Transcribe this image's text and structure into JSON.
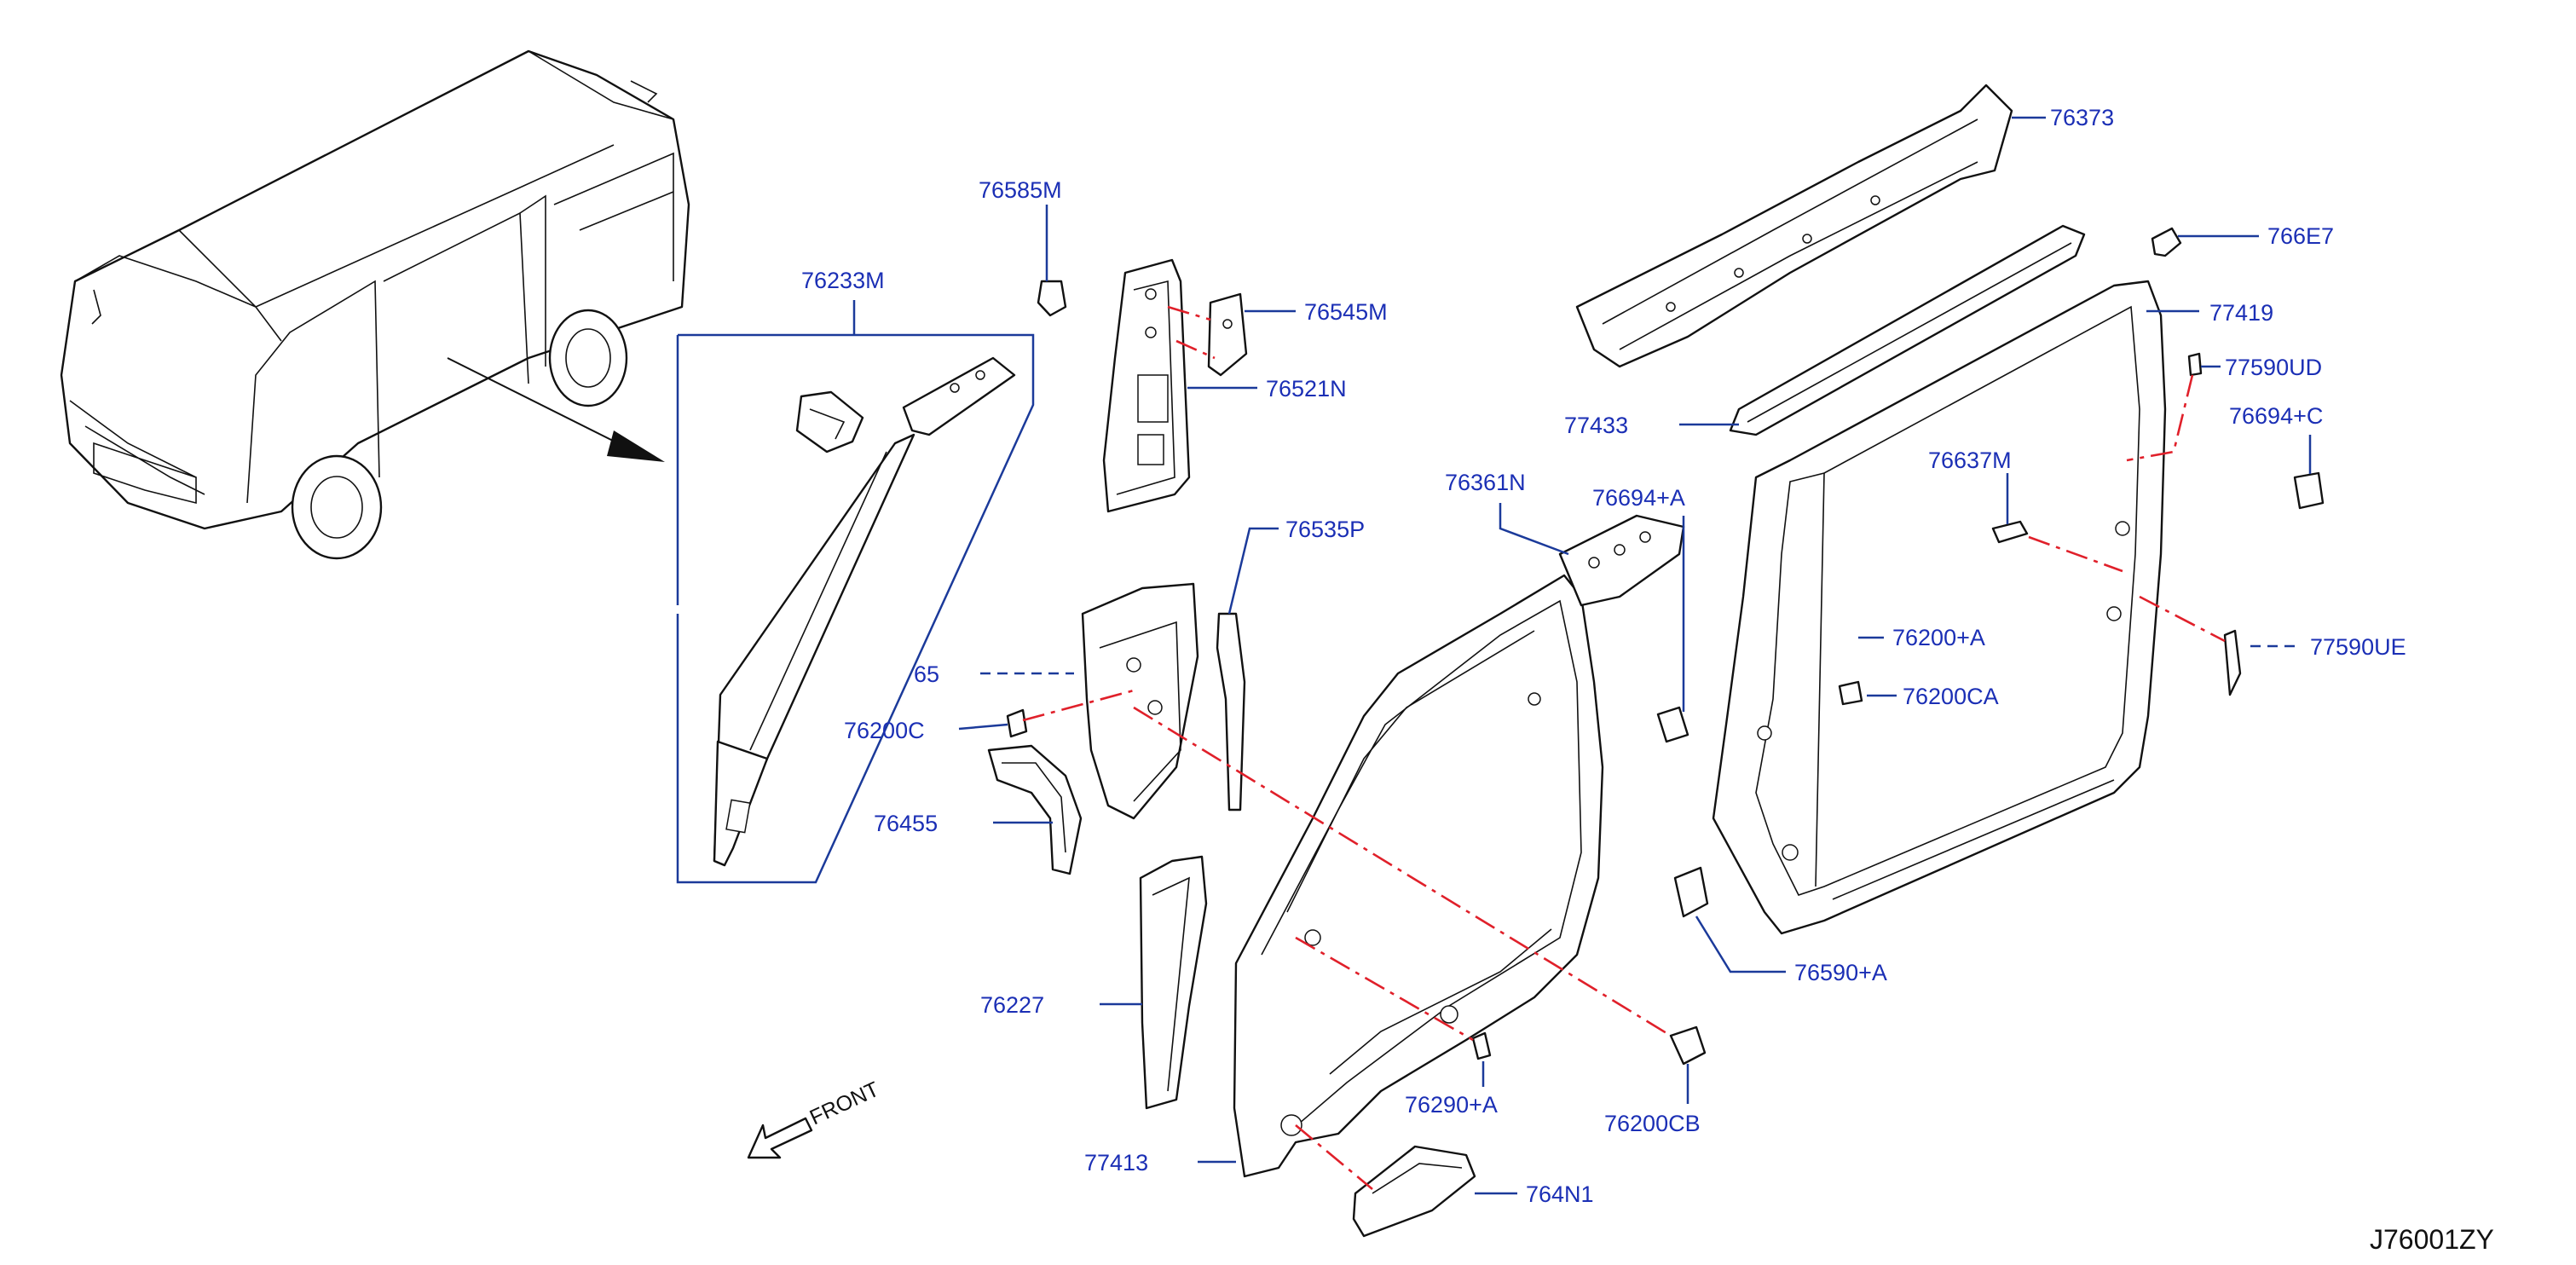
{
  "diagram": {
    "drawing_code": "J76001ZY",
    "direction_label": "FRONT",
    "labels": {
      "p76373": "76373",
      "p766e7": "766E7",
      "p77419": "77419",
      "p77590ud": "77590UD",
      "p76694c": "76694+C",
      "p77433": "77433",
      "p76637m": "76637M",
      "p76200a": "76200+A",
      "p77590ue": "77590UE",
      "p76200ca": "76200CA",
      "p76590a": "76590+A",
      "p76361n": "76361N",
      "p76694a": "76694+A",
      "p76585m": "76585M",
      "p76545m": "76545M",
      "p76521n": "76521N",
      "p76535p": "76535P",
      "p76233m": "76233M",
      "p65": "65",
      "p76200c": "76200C",
      "p76455": "76455",
      "p76227": "76227",
      "p77413": "77413",
      "p76290a": "76290+A",
      "p76200cb": "76200CB",
      "p764n1": "764N1"
    }
  }
}
